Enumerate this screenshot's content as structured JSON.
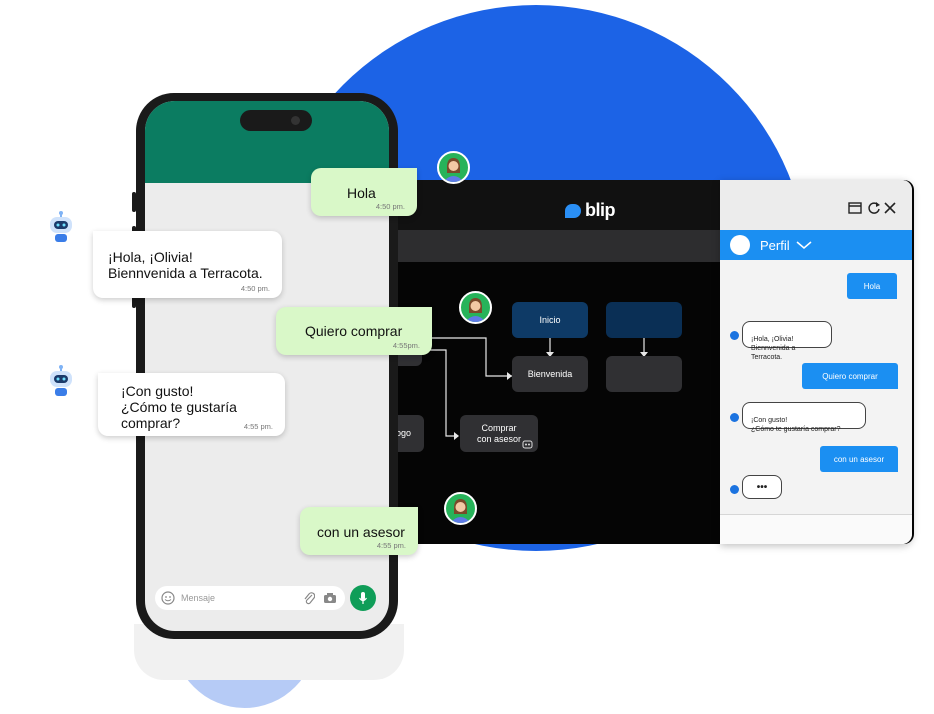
{
  "blip": {
    "logo": "blip",
    "nodes": {
      "inicio": "Inicio",
      "bienvenida": "Bienvenida",
      "comprar": "Comprar\ncon asesor",
      "partial_left": "ogo"
    }
  },
  "panel": {
    "header_title": "Perfil",
    "messages": [
      {
        "type": "out",
        "text": "Hola"
      },
      {
        "type": "in",
        "text": "¡Hola, ¡Olivia!\nBiennvenida a Terracota."
      },
      {
        "type": "out",
        "text": "Quiero comprar"
      },
      {
        "type": "in",
        "text": "¡Con gusto!\n¿Cómo te gustaría comprar?"
      },
      {
        "type": "out",
        "text": "con un asesor"
      },
      {
        "type": "typing",
        "text": "•••"
      }
    ]
  },
  "phone": {
    "input_placeholder": "Mensaje"
  },
  "bubbles": {
    "b1": {
      "text": "Hola",
      "time": "4:50 pm."
    },
    "b2": {
      "text": "¡Hola, ¡Olivia!\nBiennvenida a Terracota.",
      "time": "4:50 pm."
    },
    "b3": {
      "text": "Quiero comprar",
      "time": "4:55pm."
    },
    "b4": {
      "text": "¡Con gusto!\n¿Cómo te gustaría\ncomprar?",
      "time": "4:55 pm."
    },
    "b5": {
      "text": "con un asesor",
      "time": "4:55 pm."
    }
  },
  "colors": {
    "accent_blue": "#1c63e6",
    "whatsapp_green": "#0b7c61",
    "chat_blue": "#1b8ff2"
  }
}
